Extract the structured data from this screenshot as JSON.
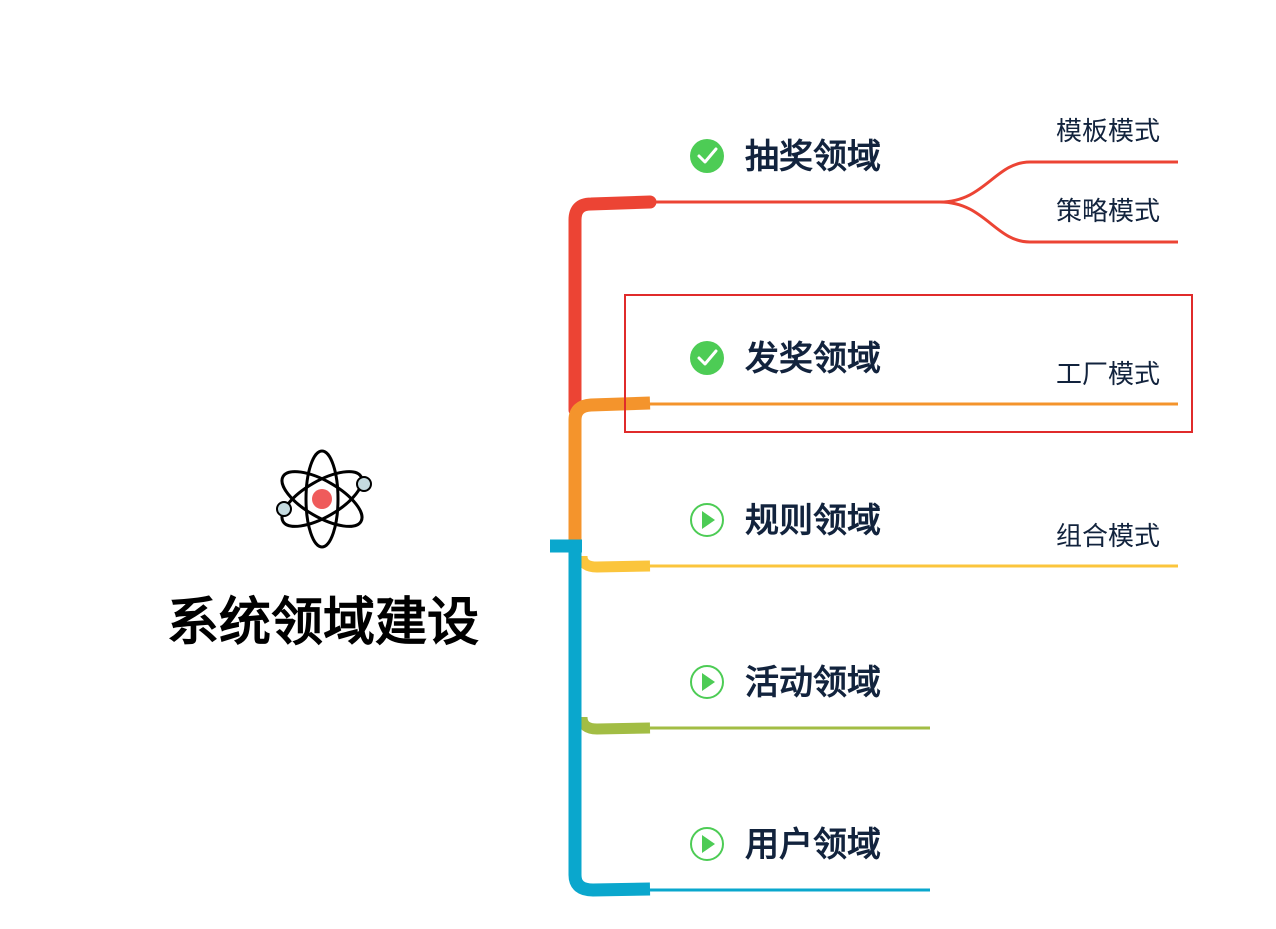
{
  "root": {
    "title": "系统领域建设",
    "icon": "atom-icon"
  },
  "colors": {
    "red": "#ec4434",
    "orange": "#f4942c",
    "yellow": "#fbc53c",
    "green": "#a2bd44",
    "blue": "#0aa7cd",
    "status_check": "#4dcc55",
    "highlight_frame": "#e02b2b",
    "text": "#12233d"
  },
  "branches": [
    {
      "label": "抽奖领域",
      "status_icon": "check-circle-icon",
      "children": [
        "模板模式",
        "策略模式"
      ]
    },
    {
      "label": "发奖领域",
      "status_icon": "check-circle-icon",
      "children": [
        "工厂模式"
      ],
      "highlighted": true
    },
    {
      "label": "规则领域",
      "status_icon": "play-circle-icon",
      "children": [
        "组合模式"
      ]
    },
    {
      "label": "活动领域",
      "status_icon": "play-circle-icon",
      "children": []
    },
    {
      "label": "用户领域",
      "status_icon": "play-circle-icon",
      "children": []
    }
  ]
}
